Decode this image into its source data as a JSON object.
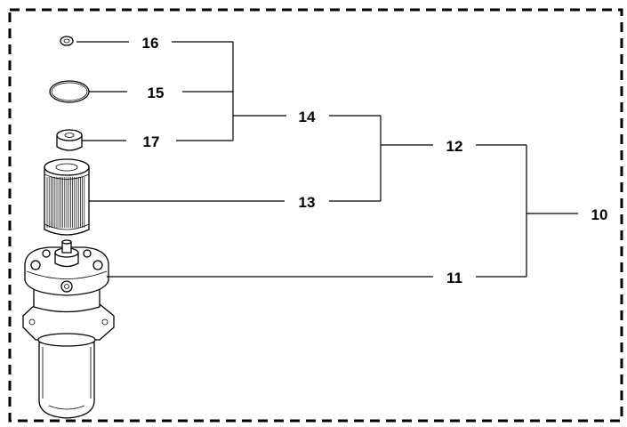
{
  "diagram": {
    "labels": {
      "n16": "16",
      "n15": "15",
      "n17": "17",
      "n14": "14",
      "n13": "13",
      "n12": "12",
      "n11": "11",
      "n10": "10"
    }
  }
}
